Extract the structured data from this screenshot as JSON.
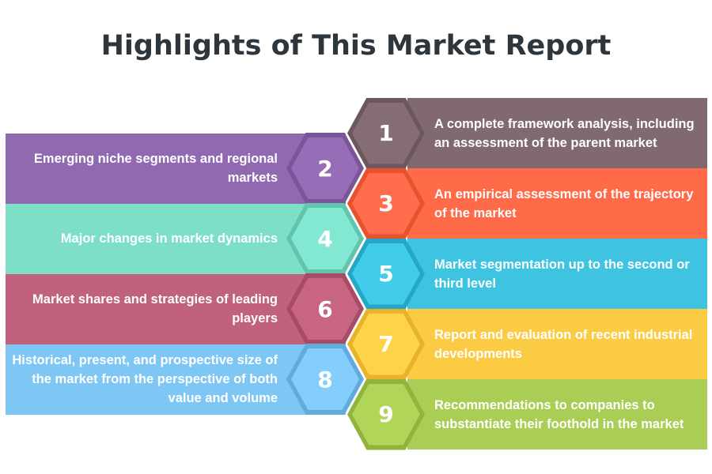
{
  "title": "Highlights of This Market Report",
  "items": [
    {
      "number": "1",
      "text": "A complete framework analysis, including an assessment of the parent market",
      "color": "#806a6f",
      "dark": "#6c585c"
    },
    {
      "number": "2",
      "text": "Emerging niche segments and regional markets",
      "color": "#9169b0",
      "dark": "#7a559a"
    },
    {
      "number": "3",
      "text": "An empirical assessment of the trajectory of the market",
      "color": "#ff6a49",
      "dark": "#e8522f"
    },
    {
      "number": "4",
      "text": "Major changes in market dynamics",
      "color": "#7edfc9",
      "dark": "#62c4ae"
    },
    {
      "number": "5",
      "text": "Market segmentation up to the second or third level",
      "color": "#3ec4e1",
      "dark": "#25a7c6"
    },
    {
      "number": "6",
      "text": "Market shares and strategies of leading players",
      "color": "#c0617d",
      "dark": "#a74b67"
    },
    {
      "number": "7",
      "text": "Report and evaluation of recent industrial developments",
      "color": "#fccb44",
      "dark": "#e8b22a"
    },
    {
      "number": "8",
      "text": "Historical, present, and prospective size of the market from the perspective of both value and volume",
      "color": "#7ec6f3",
      "dark": "#62acdb"
    },
    {
      "number": "9",
      "text": "Recommendations to companies to substantiate their foothold in the market",
      "color": "#aacd55",
      "dark": "#90b43c"
    }
  ]
}
